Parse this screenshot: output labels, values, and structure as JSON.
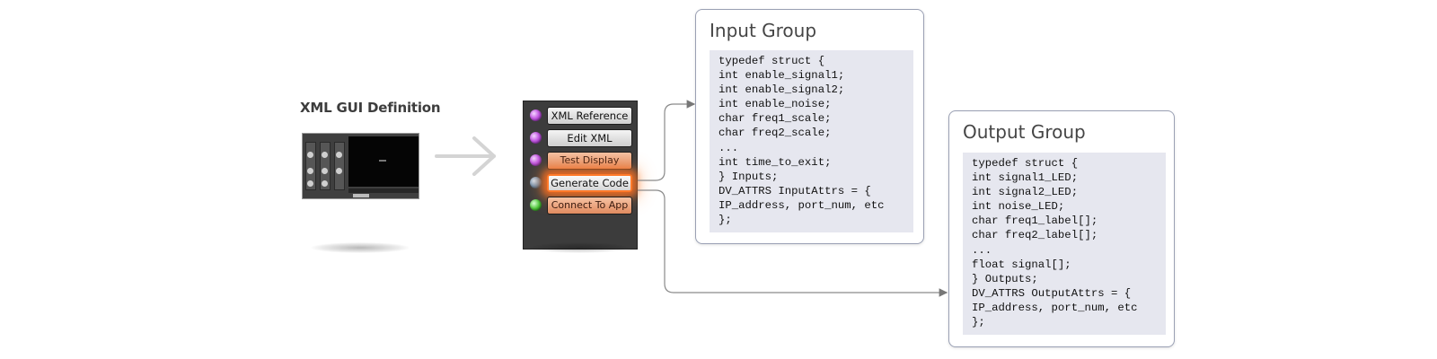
{
  "xml_gui": {
    "title": "XML GUI Definition",
    "icon": "xml-gui-screenshot-thumbnail"
  },
  "panel": {
    "buttons": [
      {
        "label": "XML Reference",
        "led": "purple",
        "style": "normal"
      },
      {
        "label": "Edit XML",
        "led": "purple",
        "style": "normal"
      },
      {
        "label": "Test Display",
        "led": "purple",
        "style": "orange"
      },
      {
        "label": "Generate Code",
        "led": "blue",
        "style": "selected"
      },
      {
        "label": "Connect To App",
        "led": "green",
        "style": "orange"
      }
    ],
    "led_colors": {
      "purple": "#c45be3",
      "blue": "#6e8fae",
      "green": "#4fc63a"
    },
    "highlight_color": "#ff7a2a"
  },
  "input_group": {
    "title": "Input Group",
    "code": "typedef struct {\nint enable_signal1;\nint enable_signal2;\nint enable_noise;\nchar freq1_scale;\nchar freq2_scale;\n...\nint time_to_exit;\n} Inputs;\nDV_ATTRS InputAttrs = {\nIP_address, port_num, etc\n};"
  },
  "output_group": {
    "title": "Output Group",
    "code": "typedef struct {\nint signal1_LED;\nint signal2_LED;\nint noise_LED;\nchar freq1_label[];\nchar freq2_label[];\n...\nfloat signal[];\n} Outputs;\nDV_ATTRS OutputAttrs = {\nIP_address, port_num, etc\n};"
  }
}
